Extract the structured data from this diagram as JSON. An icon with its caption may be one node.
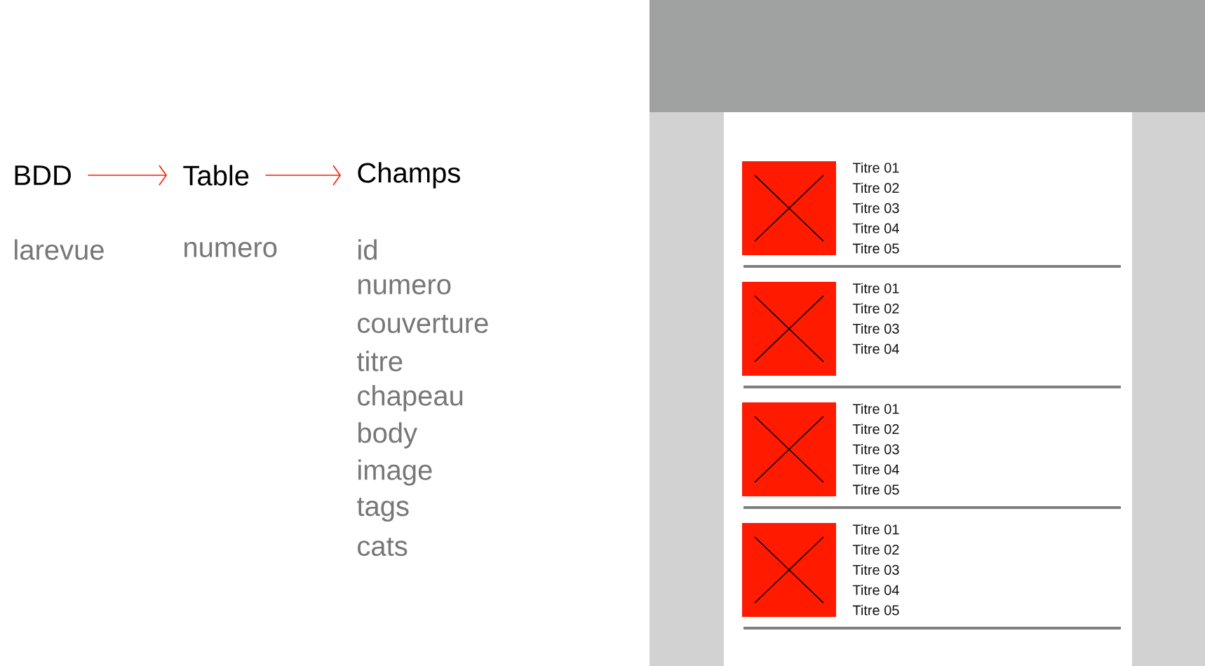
{
  "diagram": {
    "nodes": [
      {
        "text": [
          "BDD"
        ]
      },
      {
        "text": [
          "Table"
        ]
      },
      {
        "text": [
          "Champs"
        ]
      }
    ],
    "edges": [
      {
        "from": 0,
        "to": 1,
        "arrow": "to"
      },
      {
        "from": 1,
        "to": 2,
        "arrow": "to"
      }
    ],
    "labels": [
      "larevue",
      "numero",
      "id",
      "numero",
      "couverture",
      "titre",
      "chapeau",
      "body",
      "image",
      "tags",
      "cats",
      "Titre 01",
      "Titre 02",
      "Titre 03",
      "Titre 04",
      "Titre 05",
      "Titre 01",
      "Titre 02",
      "Titre 03",
      "Titre 04",
      "Titre 01",
      "Titre 02",
      "Titre 03",
      "Titre 04",
      "Titre 05",
      "Titre 01",
      "Titre 02",
      "Titre 03",
      "Titre 04",
      "Titre 05"
    ]
  }
}
